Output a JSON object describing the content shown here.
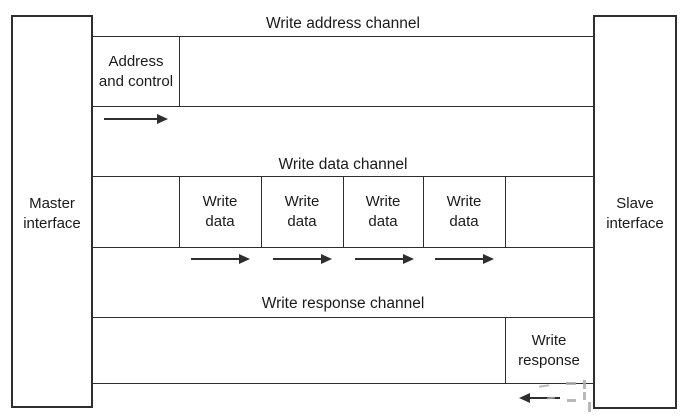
{
  "colors": {
    "line": "#2e2e2e",
    "text": "#1a1a1a",
    "watermark": "#ababab",
    "background": "#ffffff"
  },
  "master": {
    "label": "Master\ninterface"
  },
  "slave": {
    "label": "Slave\ninterface"
  },
  "address_channel": {
    "title": "Write address channel",
    "payload_label": "Address\nand control",
    "arrow_direction": "right"
  },
  "data_channel": {
    "title": "Write data channel",
    "cells": [
      "Write\ndata",
      "Write\ndata",
      "Write\ndata",
      "Write\ndata"
    ],
    "arrow_direction": "right"
  },
  "response_channel": {
    "title": "Write response channel",
    "payload_label": "Write\nresponse",
    "arrow_direction": "left"
  }
}
